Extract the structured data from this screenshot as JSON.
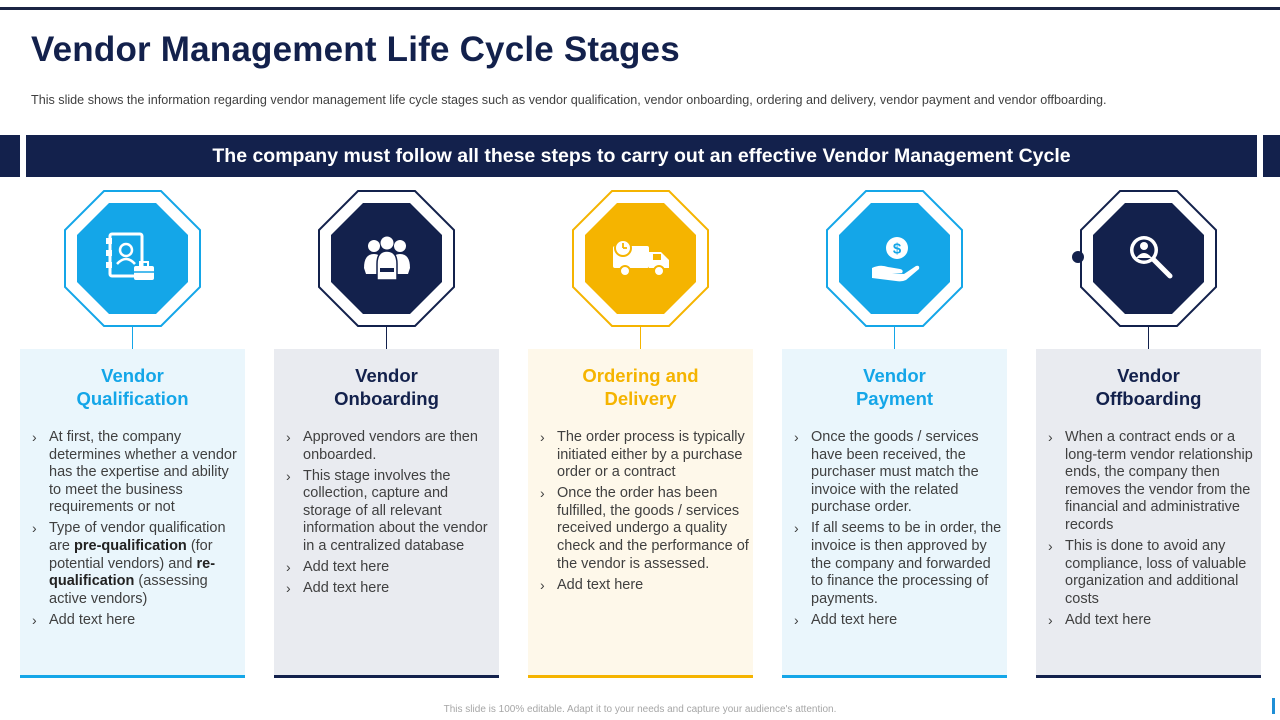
{
  "title": "Vendor Management Life Cycle Stages",
  "subtitle": "This slide shows the information regarding vendor management life cycle stages such as vendor qualification, vendor onboarding, ordering and delivery, vendor payment and vendor offboarding.",
  "banner": "The company must follow  all these steps to carry  out an effective Vendor Management Cycle",
  "footer": "This slide is 100% editable. Adapt it to your needs and capture your audience's attention.",
  "colors": {
    "navy": "#13214c",
    "blue": "#14a6e8",
    "yellow": "#f5b400",
    "blue_card": "#eaf6fc",
    "gray_card": "#e9ebf0",
    "yellow_card": "#fef8ea"
  },
  "stages": [
    {
      "title_line1": "Vendor",
      "title_line2": "Qualification",
      "icon": "vendor-profile-icon",
      "bullets": [
        "At first, the company determines whether a vendor has the expertise and ability to meet the business requirements or not",
        "Add text here"
      ],
      "rich_bullet": {
        "part1": "Type of vendor qualification are ",
        "bold1": "pre-qualification",
        "part2": " (for potential vendors) and ",
        "bold2": "re-qualification",
        "part3": " (assessing active vendors)"
      }
    },
    {
      "title_line1": "Vendor",
      "title_line2": "Onboarding",
      "icon": "team-group-icon",
      "bullets": [
        "Approved vendors are then onboarded.",
        "This stage involves the collection, capture and storage of all relevant information about the vendor in a centralized database",
        "Add text here",
        "Add text here"
      ]
    },
    {
      "title_line1": "Ordering and",
      "title_line2": "Delivery",
      "icon": "delivery-truck-icon",
      "bullets": [
        "The order process is typically initiated either by a purchase order or a contract",
        "Once the order has been fulfilled, the goods / services received undergo a quality check and the performance of the vendor is assessed.",
        "Add text here"
      ]
    },
    {
      "title_line1": "Vendor",
      "title_line2": "Payment",
      "icon": "dollar-hand-icon",
      "bullets": [
        "Once the goods / services have been received, the purchaser must match the invoice with the related purchase order.",
        "If all seems to be in order, the invoice is then approved by the company and forwarded to finance the processing of payments.",
        "Add text here"
      ]
    },
    {
      "title_line1": "Vendor",
      "title_line2": "Offboarding",
      "icon": "person-search-icon",
      "bullets": [
        "When a contract ends or a long-term vendor relationship ends, the company then removes the vendor from the financial and administrative records",
        "This is done to avoid any compliance, loss of valuable organization and additional costs",
        "Add text here"
      ]
    }
  ]
}
